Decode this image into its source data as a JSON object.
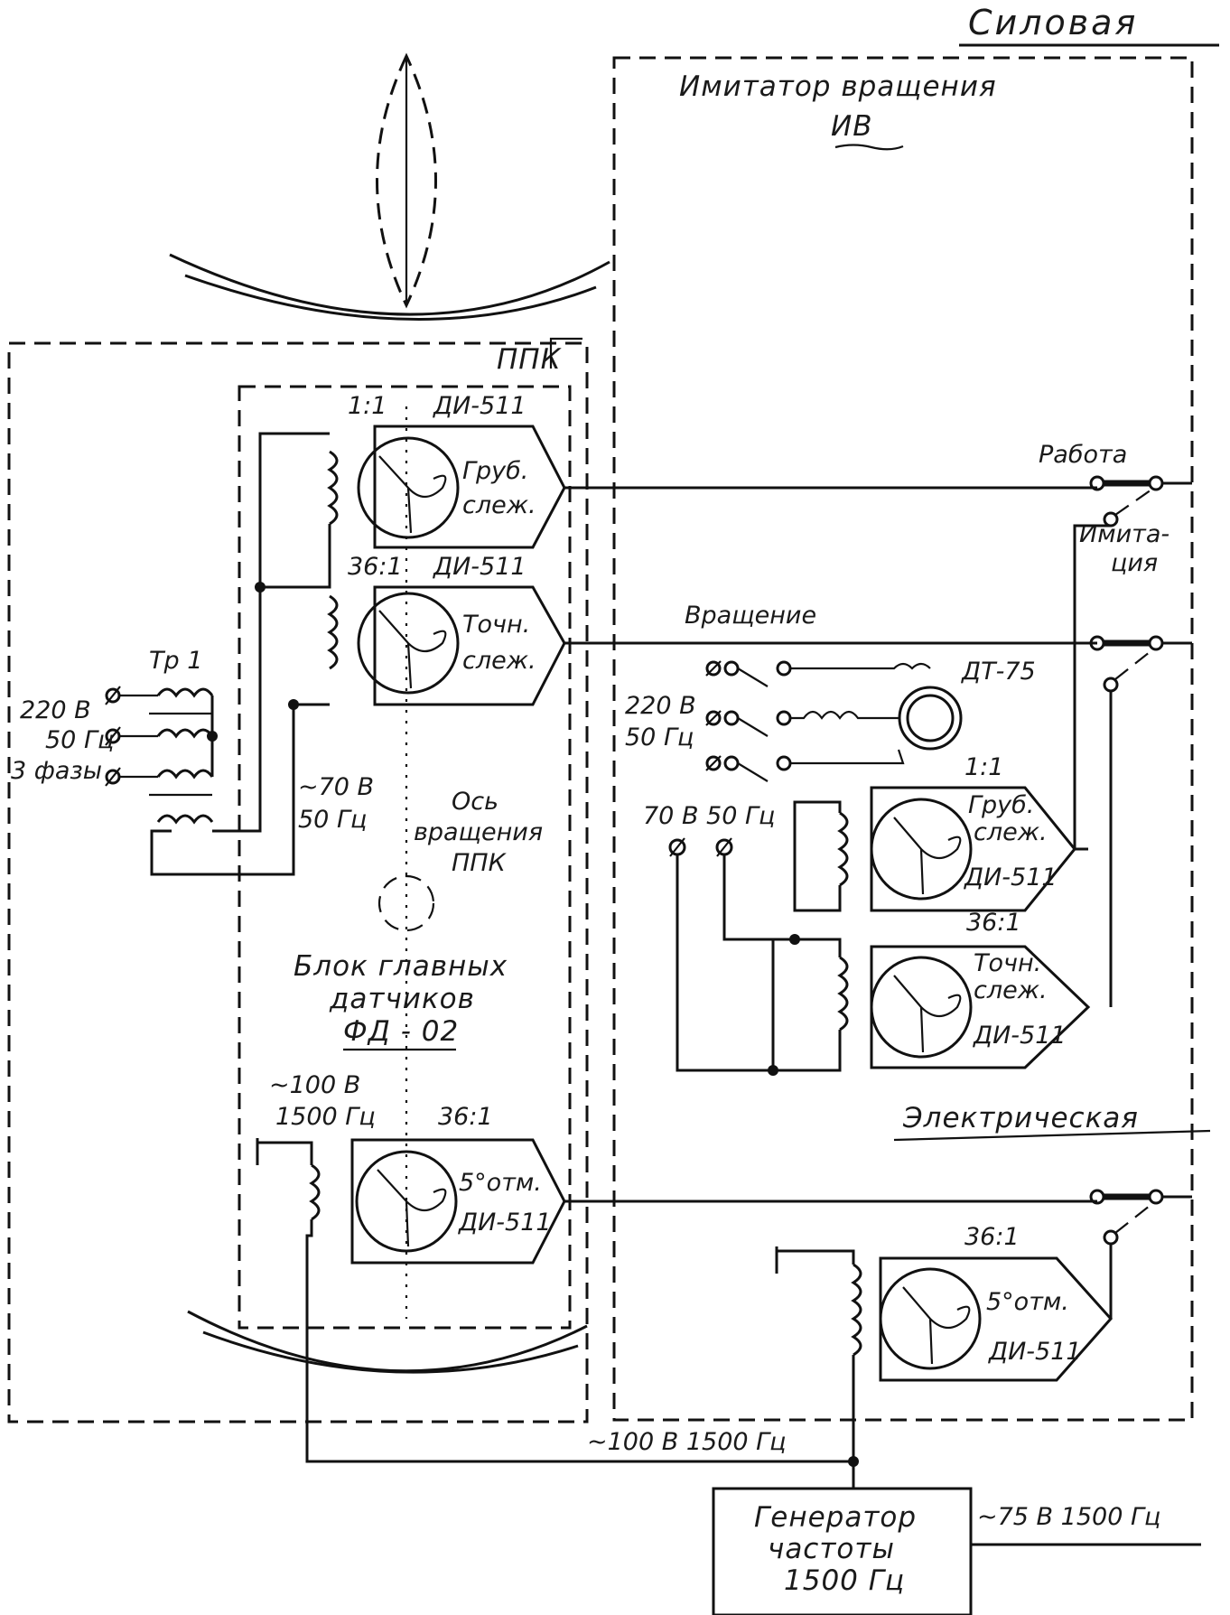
{
  "labels": {
    "power": "Силовая",
    "electrical": "Электрическая",
    "simulator_title": "Имитатор вращения",
    "simulator_code": "ИВ",
    "ppk": "ППК",
    "ratio_1_1_a": "1:1",
    "ratio_1_1_b": "1:1",
    "ratio_36_1_a": "36:1",
    "ratio_36_1_b": "36:1",
    "ratio_36_1_c": "36:1",
    "ratio_36_1_d": "36:1",
    "di511": "ДИ-511",
    "coarse_1": "Груб.",
    "coarse_2": "слеж.",
    "fine_1": "Точн.",
    "fine_2": "слеж.",
    "mark": "5°отм.",
    "work": "Работа",
    "imitation_1": "Имита-",
    "imitation_2": "ция",
    "rotation": "Вращение",
    "dt75": "ДТ-75",
    "tr1": "Тр 1",
    "v220": "220 В",
    "hz50": "50 Гц",
    "phases": "3 фазы",
    "v220b": "220 В",
    "hz50b": "50 Гц",
    "v70hz50": "70 В 50 Гц",
    "v70": "~70 В",
    "hz50c": "50 Гц",
    "axis_1": "Ось",
    "axis_2": "вращения",
    "axis_3": "ППК",
    "block_1": "Блок главных",
    "block_2": "датчиков",
    "block_3": "ФД - 02",
    "v100": "~100 В",
    "hz1500": "1500 Гц",
    "bus_100": "~100 В 1500 Гц",
    "gen_1": "Генератор",
    "gen_2": "частоты",
    "gen_3": "1500 Гц",
    "out_75": "~75 В 1500 Гц"
  }
}
